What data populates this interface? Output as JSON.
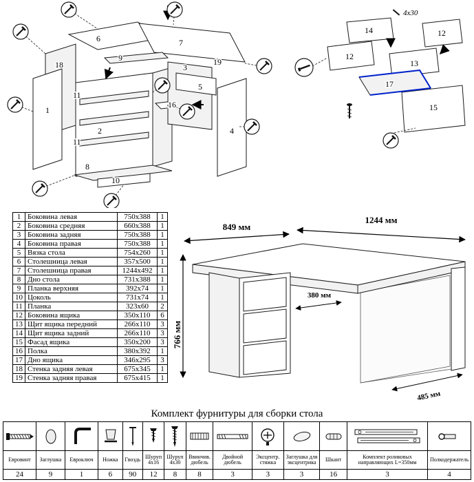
{
  "title": "Комплект фурнитуры для сборки стола",
  "dims": {
    "width_left": "849 мм",
    "width_right": "1244 мм",
    "height": "766 мм",
    "inner_width": "380 мм",
    "depth": "485 мм"
  },
  "drawer_note": "4x30",
  "colors": {
    "highlight": "#0022cc",
    "line": "#1a1a1a"
  },
  "parts": {
    "rows": [
      {
        "num": "1",
        "name": "Боковина левая",
        "size": "750x388",
        "qty": "1"
      },
      {
        "num": "2",
        "name": "Боковина средняя",
        "size": "660x388",
        "qty": "1"
      },
      {
        "num": "3",
        "name": "Боковина задняя",
        "size": "750x388",
        "qty": "1"
      },
      {
        "num": "4",
        "name": "Боковина правая",
        "size": "750x388",
        "qty": "1"
      },
      {
        "num": "5",
        "name": "Вязка стола",
        "size": "754x260",
        "qty": "1"
      },
      {
        "num": "6",
        "name": "Столешница левая",
        "size": "357x500",
        "qty": "1"
      },
      {
        "num": "7",
        "name": "Столешница правая",
        "size": "1244x492",
        "qty": "1"
      },
      {
        "num": "8",
        "name": "Дно стола",
        "size": "731x388",
        "qty": "1"
      },
      {
        "num": "9",
        "name": "Планка верхняя",
        "size": "392x74",
        "qty": "1"
      },
      {
        "num": "10",
        "name": "Цоколь",
        "size": "731x74",
        "qty": "1"
      },
      {
        "num": "11",
        "name": "Планка",
        "size": "323x60",
        "qty": "2"
      },
      {
        "num": "12",
        "name": "Боковина ящика",
        "size": "350x110",
        "qty": "6"
      },
      {
        "num": "13",
        "name": "Щит ящика передний",
        "size": "266x110",
        "qty": "3"
      },
      {
        "num": "14",
        "name": "Щит ящика задний",
        "size": "266x110",
        "qty": "3"
      },
      {
        "num": "15",
        "name": "Фасад ящика",
        "size": "350x200",
        "qty": "3"
      },
      {
        "num": "16",
        "name": "Полка",
        "size": "380x392",
        "qty": "1"
      },
      {
        "num": "17",
        "name": "Дно ящика",
        "size": "346x295",
        "qty": "3"
      },
      {
        "num": "18",
        "name": "Стенка задняя левая",
        "size": "675x345",
        "qty": "1"
      },
      {
        "num": "19",
        "name": "Стенка задняя правая",
        "size": "675x415",
        "qty": "1"
      }
    ]
  },
  "hardware": {
    "items": [
      {
        "name": "Евровинт",
        "qty": "24"
      },
      {
        "name": "Заглушка",
        "qty": "9"
      },
      {
        "name": "Евроключ",
        "qty": "1"
      },
      {
        "name": "Ножка",
        "qty": "6"
      },
      {
        "name": "Гвоздь",
        "qty": "90"
      },
      {
        "name": "Шуруп 4x16",
        "qty": "12"
      },
      {
        "name": "Шуруп 4x30",
        "qty": "8"
      },
      {
        "name": "Ввинчив. дюбель",
        "qty": "8"
      },
      {
        "name": "Двойной дюбель",
        "qty": "3"
      },
      {
        "name": "Эксцентр. стяжка",
        "qty": "3"
      },
      {
        "name": "Заглушка для эксцентрика",
        "qty": "3"
      },
      {
        "name": "Шкант",
        "qty": "16"
      },
      {
        "name": "Комплект роликовых направляющих L=350мм",
        "qty": "3"
      },
      {
        "name": "Полкодержатель",
        "qty": "4"
      }
    ]
  }
}
